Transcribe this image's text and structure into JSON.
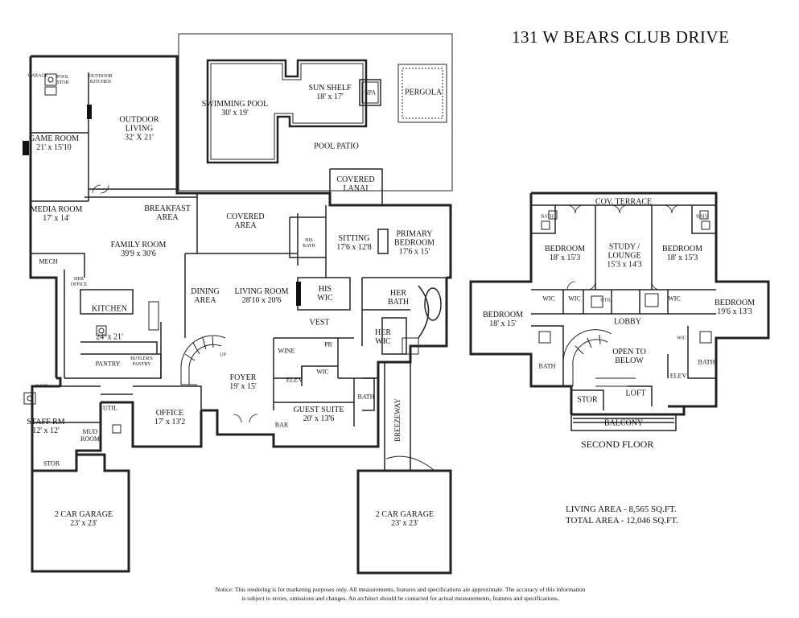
{
  "title": "131 W BEARS CLUB DRIVE",
  "first_floor": {
    "rooms": [
      {
        "id": "garage-bay",
        "lines": [
          "GARAGE"
        ]
      },
      {
        "id": "pool-stor",
        "lines": [
          "POOL",
          "STOR"
        ]
      },
      {
        "id": "outdoor-kitchen",
        "lines": [
          "OUTDOOR",
          "KITCHEN"
        ]
      },
      {
        "id": "outdoor-living",
        "lines": [
          "OUTDOOR",
          "LIVING",
          "32' X 21'"
        ]
      },
      {
        "id": "game-room",
        "lines": [
          "GAME ROOM",
          "21' x 15'10"
        ]
      },
      {
        "id": "swimming-pool",
        "lines": [
          "SWIMMING POOL",
          "30' x 19'"
        ]
      },
      {
        "id": "sun-shelf",
        "lines": [
          "SUN SHELF",
          "18' x 17'"
        ]
      },
      {
        "id": "spa",
        "lines": [
          "SPA"
        ]
      },
      {
        "id": "pergola",
        "lines": [
          "PERGOLA"
        ]
      },
      {
        "id": "pool-patio",
        "lines": [
          "POOL PATIO"
        ]
      },
      {
        "id": "covered-lanai",
        "lines": [
          "COVERED",
          "LANAI"
        ]
      },
      {
        "id": "media-room",
        "lines": [
          "MEDIA ROOM",
          "17' x 14'"
        ]
      },
      {
        "id": "breakfast-area",
        "lines": [
          "BREAKFAST",
          "AREA"
        ]
      },
      {
        "id": "covered-area",
        "lines": [
          "COVERED",
          "AREA"
        ]
      },
      {
        "id": "family-room",
        "lines": [
          "FAMILY ROOM",
          "39'9 x 30'6"
        ]
      },
      {
        "id": "his-bath",
        "lines": [
          "HIS",
          "BATH"
        ]
      },
      {
        "id": "sitting",
        "lines": [
          "SITTING",
          "17'6 x 12'8"
        ]
      },
      {
        "id": "primary-bedroom",
        "lines": [
          "PRIMARY",
          "BEDROOM",
          "17'6 x 15'"
        ]
      },
      {
        "id": "mech",
        "lines": [
          "MECH"
        ]
      },
      {
        "id": "her-office",
        "lines": [
          "HER",
          "OFFICE"
        ]
      },
      {
        "id": "dining-area",
        "lines": [
          "DINING",
          "AREA"
        ]
      },
      {
        "id": "living-room",
        "lines": [
          "LIVING ROOM",
          "28'10 x 20'6"
        ]
      },
      {
        "id": "his-wic",
        "lines": [
          "HIS",
          "WIC"
        ]
      },
      {
        "id": "her-bath",
        "lines": [
          "HER",
          "BATH"
        ]
      },
      {
        "id": "kitchen",
        "lines": [
          "KITCHEN"
        ]
      },
      {
        "id": "kitchen-size",
        "lines": [
          "24' x 21'"
        ]
      },
      {
        "id": "vest",
        "lines": [
          "VEST"
        ]
      },
      {
        "id": "her-wic",
        "lines": [
          "HER",
          "WIC"
        ]
      },
      {
        "id": "wine",
        "lines": [
          "WINE"
        ]
      },
      {
        "id": "pr",
        "lines": [
          "PR"
        ]
      },
      {
        "id": "pantry",
        "lines": [
          "PANTRY"
        ]
      },
      {
        "id": "butlers-pantry",
        "lines": [
          "BUTLER'S",
          "PANTRY"
        ]
      },
      {
        "id": "wic",
        "lines": [
          "WIC"
        ]
      },
      {
        "id": "elev",
        "lines": [
          "ELEV"
        ]
      },
      {
        "id": "foyer",
        "lines": [
          "FOYER",
          "19' x 15'"
        ]
      },
      {
        "id": "bath-staff",
        "lines": [
          "BATH"
        ]
      },
      {
        "id": "util",
        "lines": [
          "UTIL"
        ]
      },
      {
        "id": "office",
        "lines": [
          "OFFICE",
          "17' x 13'2"
        ]
      },
      {
        "id": "guest-suite",
        "lines": [
          "GUEST SUITE",
          "20' x 13'6"
        ]
      },
      {
        "id": "bath-guest",
        "lines": [
          "BATH"
        ]
      },
      {
        "id": "staff-rm",
        "lines": [
          "STAFF RM",
          "12' x 12'"
        ]
      },
      {
        "id": "mud-room",
        "lines": [
          "MUD",
          "ROOM"
        ]
      },
      {
        "id": "bar",
        "lines": [
          "BAR"
        ]
      },
      {
        "id": "stor-1",
        "lines": [
          "STOR"
        ]
      },
      {
        "id": "garage-left",
        "lines": [
          "2 CAR GARAGE",
          "23' x 23'"
        ]
      },
      {
        "id": "garage-right",
        "lines": [
          "2 CAR GARAGE",
          "23' x 23'"
        ]
      },
      {
        "id": "up-main",
        "lines": [
          "UP"
        ]
      }
    ],
    "breezeway": "BREEZEWAY"
  },
  "second_floor": {
    "label": "SECOND FLOOR",
    "rooms": [
      {
        "id": "cov-terrace",
        "lines": [
          "COV. TERRACE"
        ]
      },
      {
        "id": "bath-2a",
        "lines": [
          "BATH"
        ]
      },
      {
        "id": "bath-2b",
        "lines": [
          "BATH"
        ]
      },
      {
        "id": "bedroom-2a",
        "lines": [
          "BEDROOM",
          "18' x 15'3"
        ]
      },
      {
        "id": "study-lounge",
        "lines": [
          "STUDY /",
          "LOUNGE",
          "15'3 x 14'3"
        ]
      },
      {
        "id": "bedroom-2b",
        "lines": [
          "BEDROOM",
          "18' x 15'3"
        ]
      },
      {
        "id": "bedroom-2c",
        "lines": [
          "BEDROOM",
          "18' x 15'"
        ]
      },
      {
        "id": "bedroom-2d",
        "lines": [
          "BEDROOM",
          "19'6 x 13'3"
        ]
      },
      {
        "id": "wic-2a",
        "lines": [
          "WIC"
        ]
      },
      {
        "id": "wic-2b",
        "lines": [
          "WIC"
        ]
      },
      {
        "id": "util-2",
        "lines": [
          "UTIL"
        ]
      },
      {
        "id": "wic-2c",
        "lines": [
          "WIC"
        ]
      },
      {
        "id": "lobby",
        "lines": [
          "LOBBY"
        ]
      },
      {
        "id": "wic-2d",
        "lines": [
          "WIC"
        ]
      },
      {
        "id": "open-to-below",
        "lines": [
          "OPEN TO",
          "BELOW"
        ]
      },
      {
        "id": "bath-2c",
        "lines": [
          "BATH"
        ]
      },
      {
        "id": "bath-2d",
        "lines": [
          "BATH"
        ]
      },
      {
        "id": "elev-2",
        "lines": [
          "ELEV"
        ]
      },
      {
        "id": "stor-2",
        "lines": [
          "STOR"
        ]
      },
      {
        "id": "loft",
        "lines": [
          "LOFT"
        ]
      },
      {
        "id": "balcony",
        "lines": [
          "BALCONY"
        ]
      }
    ]
  },
  "areas": {
    "living": "LIVING AREA - 8,565 SQ.FT.",
    "total": "TOTAL AREA - 12,046 SQ.FT."
  },
  "notice": {
    "line1": "Notice: This rendering is for marketing purposes only. All measurements, features and specifications are approximate. The accuracy of this information",
    "line2": "is subject to errors, omissions and changes. An architect should be contacted for actual measurements, features and specifications."
  }
}
